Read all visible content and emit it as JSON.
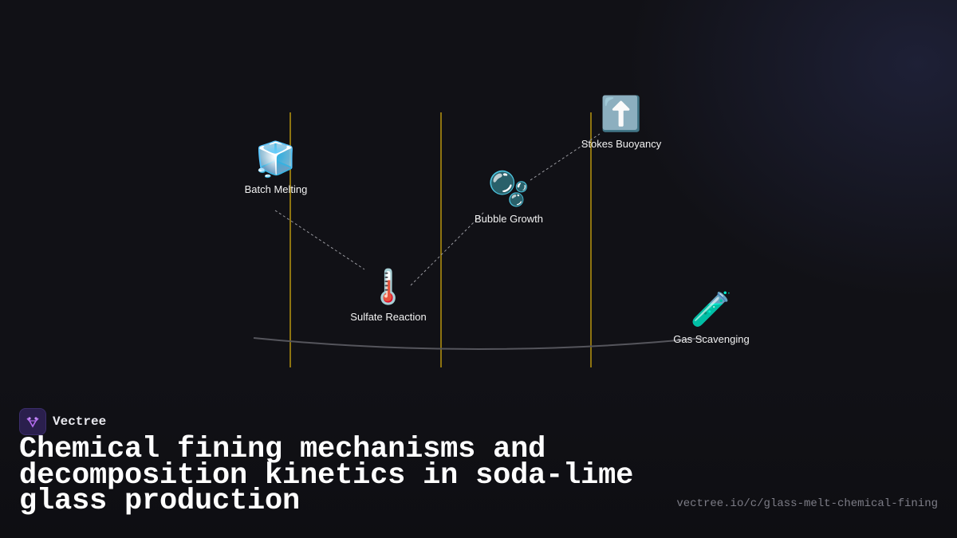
{
  "nodes": [
    {
      "id": "batch-melting",
      "emoji": "🧊",
      "label": "Batch Melting"
    },
    {
      "id": "sulfate-reaction",
      "emoji": "🌡️",
      "label": "Sulfate Reaction"
    },
    {
      "id": "bubble-growth",
      "emoji": "🫧",
      "label": "Bubble Growth"
    },
    {
      "id": "stokes-buoyancy",
      "emoji": "⬆️",
      "label": "Stokes Buoyancy"
    },
    {
      "id": "gas-scavenging",
      "emoji": "🧪",
      "label": "Gas Scavenging"
    }
  ],
  "brand": {
    "name": "Vectree"
  },
  "title": "Chemical fining mechanisms and decomposition kinetics in soda-lime glass production",
  "url": "vectree.io/c/glass-melt-chemical-fining",
  "colors": {
    "divider": "#b8960f",
    "curve": "#55555c",
    "connector": "#9a9aa0"
  }
}
